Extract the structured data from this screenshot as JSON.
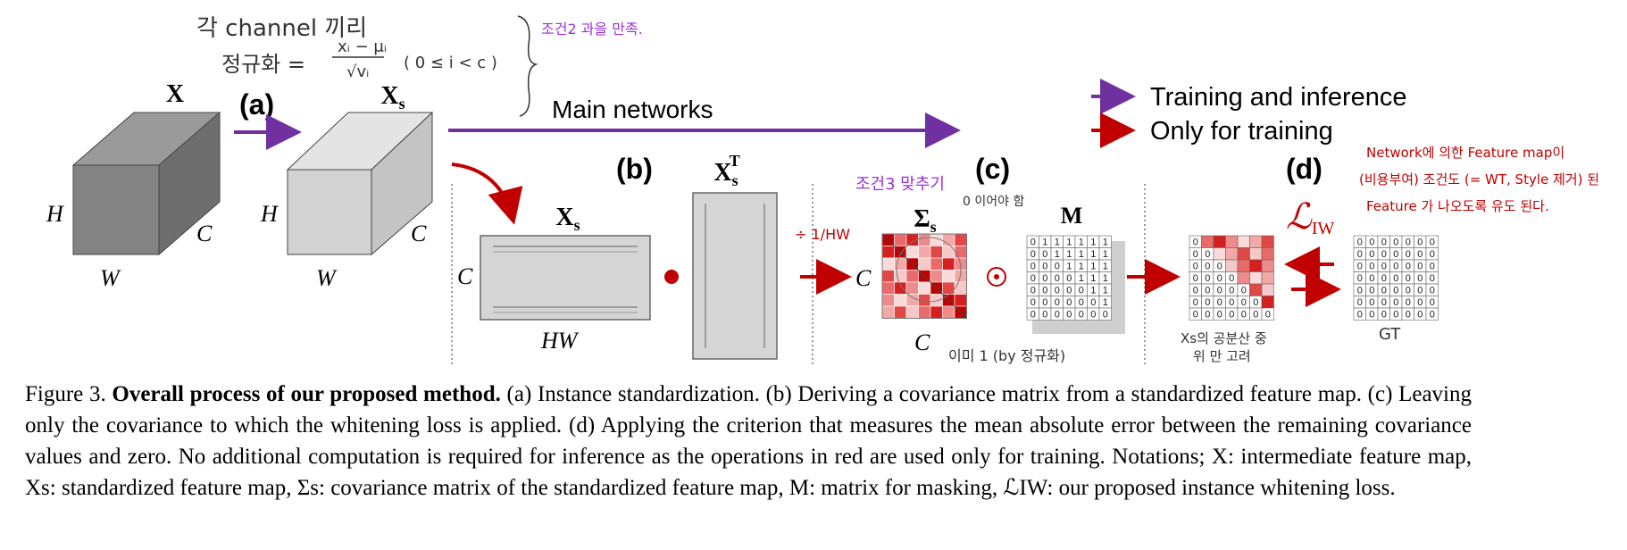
{
  "figure": {
    "cube_x_label": "X",
    "cube_xs_label": "X",
    "sub_s": "s",
    "sup_T": "T",
    "dim_h": "H",
    "dim_w": "W",
    "dim_c": "C",
    "dim_hw": "HW",
    "label_a": "(a)",
    "label_b": "(b)",
    "label_c": "(c)",
    "label_d": "(d)",
    "main_networks": "Main networks",
    "legend": [
      {
        "label": "Training and inference",
        "color": "#7030a0"
      },
      {
        "label": "Only for training",
        "color": "#c00000"
      }
    ],
    "sigma": "Σ",
    "mask_label": "M",
    "loss_symbol": "ℒ",
    "loss_sub": "IW",
    "gt_label": "GT",
    "mask_matrix": [
      "0111111",
      "0011111",
      "0001111",
      "0000111",
      "0000011",
      "0000001",
      "0000000"
    ],
    "gt_matrix": [
      "0000000",
      "0000000",
      "0000000",
      "0000000",
      "0000000",
      "0000000",
      "0000000"
    ],
    "annotations": {
      "top_left_1": "각 channel 끼리",
      "top_left_2": "정규화 =",
      "fraction_num": "xᵢ − μᵢ",
      "fraction_den": "√vᵢ",
      "fraction_cond": "( 0 ≤ i < c )",
      "top_right": "조건2 과을 만족.",
      "scale": "÷ 1/HW",
      "cond3": "조건3 맞추기",
      "zero_note": "0 이어야 함",
      "already_one": "이미 1 (by 정규화)",
      "xs_cov_note_1": "Xs의 공분산 중",
      "xs_cov_note_2": "위 만 고려",
      "d_note_1": "Network에 의한 Feature map이",
      "d_note_2": "(비용부여) 조건도 (= WT, Style 제거) 된",
      "d_note_3": "Feature 가 나오도록 유도 된다."
    }
  },
  "caption": {
    "fig_num": "Figure 3.",
    "bold": "Overall process of our proposed method.",
    "text": "(a) Instance standardization. (b) Deriving a covariance matrix from a standardized feature map. (c) Leaving only the covariance to which the whitening loss is applied. (d) Applying the criterion that measures the mean absolute error between the remaining covariance values and zero. No additional computation is required for inference as the operations in red are used only for training. Notations; X: intermediate feature map, Xs: standardized feature map, Σs: covariance matrix of the standardized feature map, M: matrix for masking, ℒIW: our proposed instance whitening loss."
  }
}
